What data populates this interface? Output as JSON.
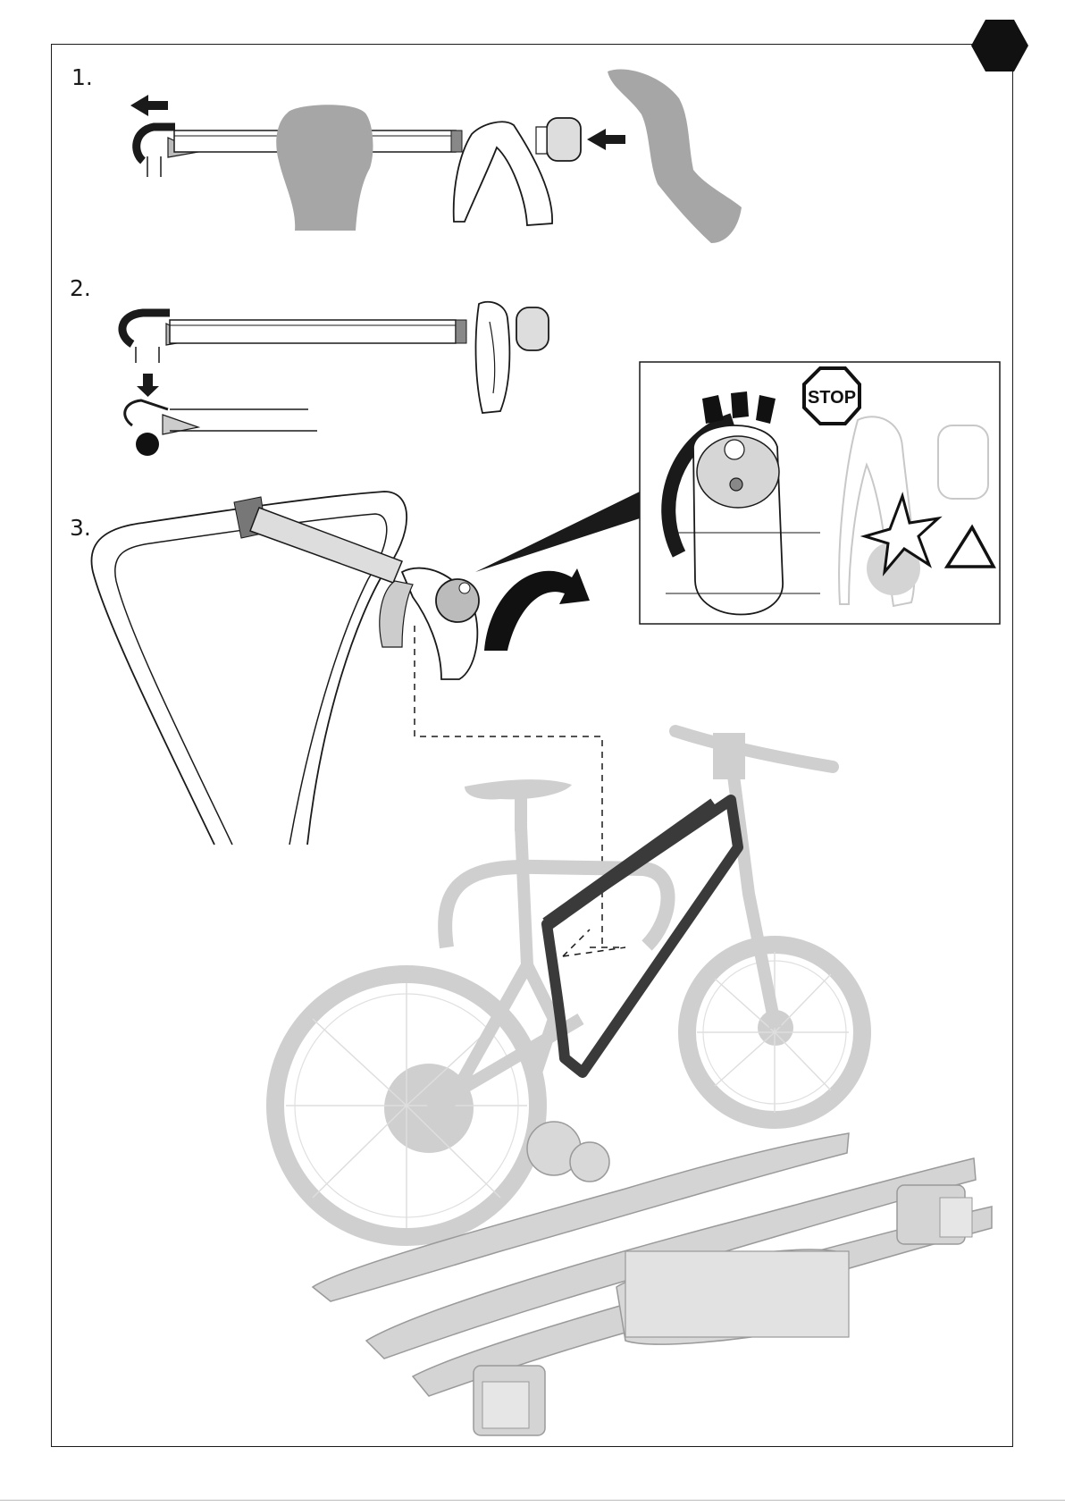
{
  "steps": [
    {
      "label": "1."
    },
    {
      "label": "2."
    },
    {
      "label": "3."
    }
  ],
  "callout": {
    "sign_text": "STOP"
  },
  "colors": {
    "ink": "#1a1a1a",
    "grey": "#a6a6a6",
    "light": "#cfcfcf",
    "frame": "#3a3a3a"
  },
  "icons": {
    "corner": "hexagon-marker-icon",
    "warning": "warning-triangle-icon",
    "damage": "impact-star-icon",
    "arrow": "arrow-left-icon",
    "rotate": "rotate-arrow-icon"
  }
}
